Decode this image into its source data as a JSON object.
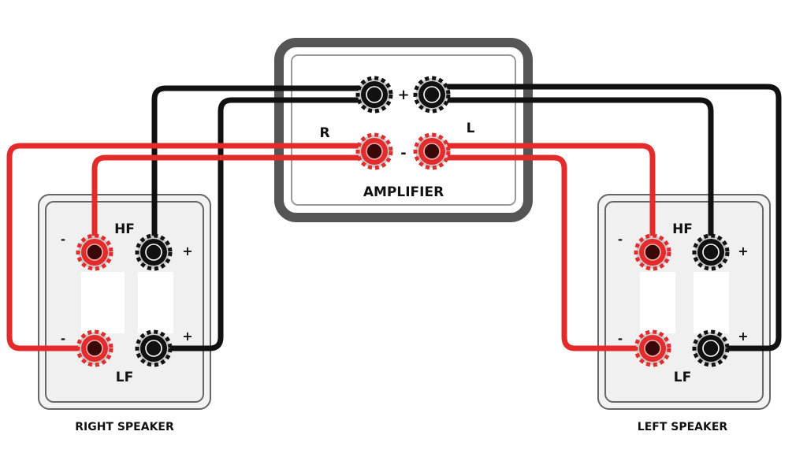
{
  "amplifier": {
    "title": "AMPLIFIER",
    "right_channel": "R",
    "left_channel": "L",
    "plus": "+",
    "minus": "-"
  },
  "right_speaker": {
    "title": "RIGHT SPEAKER",
    "hf": "HF",
    "lf": "LF",
    "plus": "+",
    "minus": "-"
  },
  "left_speaker": {
    "title": "LEFT SPEAKER",
    "hf": "HF",
    "lf": "LF",
    "plus": "+",
    "minus": "-"
  },
  "colors": {
    "positive_wire": "#111111",
    "negative_wire": "#e42b2b",
    "amp_frame": "#555555"
  }
}
